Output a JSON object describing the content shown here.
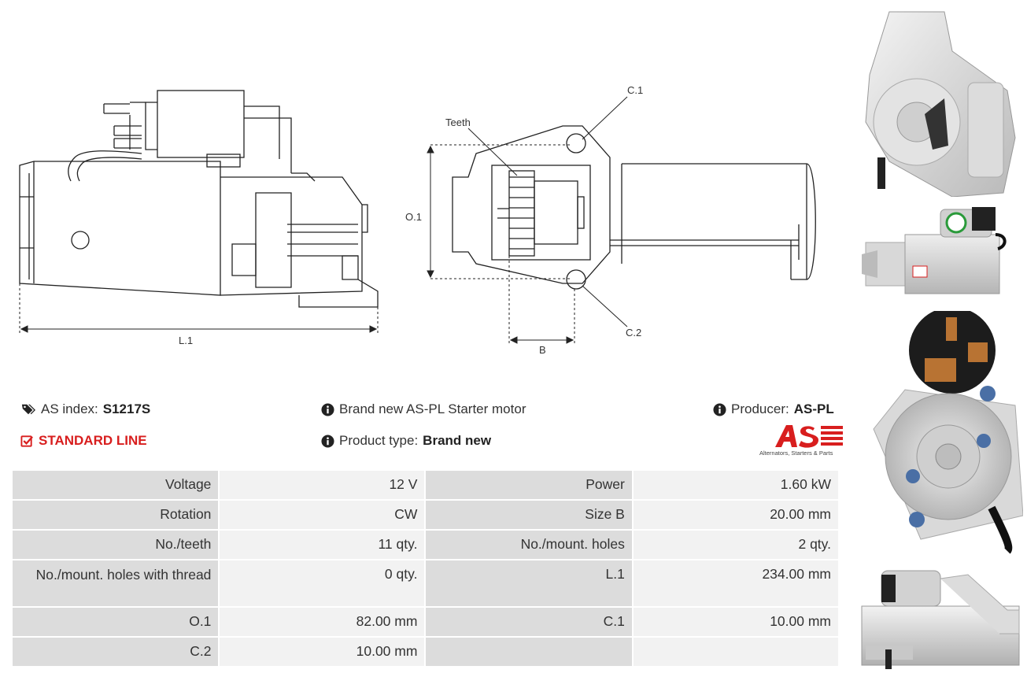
{
  "diagram": {
    "labels": {
      "l1": "L.1",
      "teeth": "Teeth",
      "c1": "C.1",
      "c2": "C.2",
      "o1": "O.1",
      "b": "B"
    }
  },
  "info": {
    "as_index_label": "AS index:",
    "as_index_value": "S1217S",
    "line": "STANDARD LINE",
    "description": "Brand new AS-PL Starter motor",
    "product_type_label": "Product type:",
    "product_type_value": "Brand new",
    "producer_label": "Producer:",
    "producer_value": "AS-PL",
    "logo_tagline": "Alternators, Starters & Parts",
    "logo_text": "AS"
  },
  "specs": [
    {
      "k1": "Voltage",
      "v1": "12 V",
      "k2": "Power",
      "v2": "1.60 kW"
    },
    {
      "k1": "Rotation",
      "v1": "CW",
      "k2": "Size B",
      "v2": "20.00 mm"
    },
    {
      "k1": "No./teeth",
      "v1": "11 qty.",
      "k2": "No./mount. holes",
      "v2": "2 qty."
    },
    {
      "k1": "No./mount. holes with thread",
      "v1": "0 qty.",
      "k2": "L.1",
      "v2": "234.00 mm"
    },
    {
      "k1": "O.1",
      "v1": "82.00 mm",
      "k2": "C.1",
      "v2": "10.00 mm"
    },
    {
      "k1": "C.2",
      "v1": "10.00 mm",
      "k2": "",
      "v2": ""
    }
  ],
  "colors": {
    "accent_red": "#d81e1e",
    "key_cell": "#dcdcdc",
    "value_cell": "#f2f2f2"
  }
}
